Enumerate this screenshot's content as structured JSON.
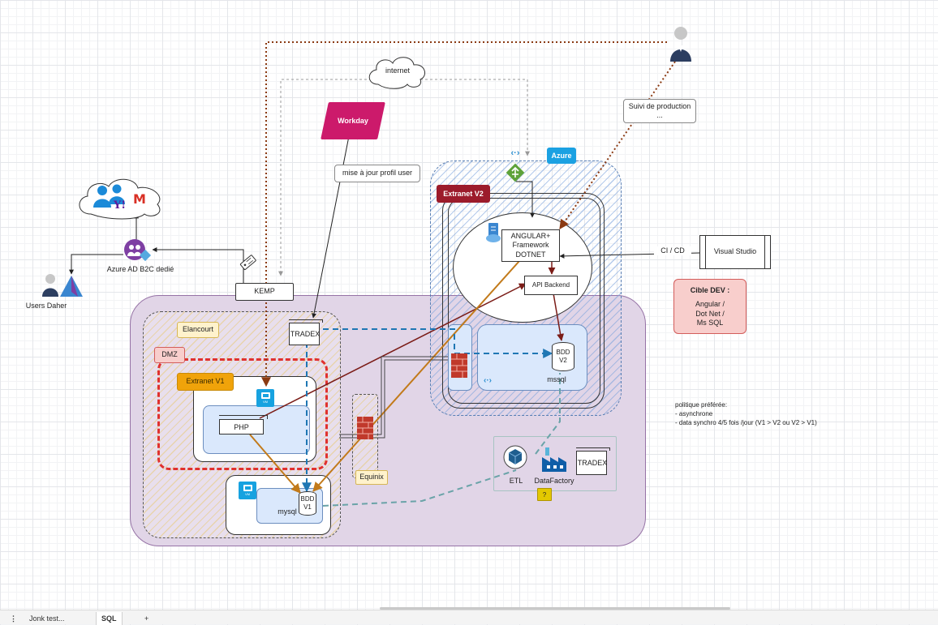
{
  "labels": {
    "internet": "internet",
    "workday": "Workday",
    "maj_profil": "mise à jour profil user",
    "suivi_line1": "Suivi de production",
    "suivi_line2": "...",
    "azure": "Azure",
    "extranet_v2": "Extranet V2",
    "angular_line1": "ANGULAR+",
    "angular_line2": "Framework",
    "angular_line3": "DOTNET",
    "api_backend": "API Backend",
    "cicd": "CI / CD",
    "visual_studio": "Visual Studio",
    "cible_title": "Cible DEV :",
    "cible_line1": "Angular /",
    "cible_line2": "Dot Net /",
    "cible_line3": "Ms SQL",
    "azure_ad": "Azure AD B2C dedié",
    "users_daher": "Users Daher",
    "kemp": "KEMP",
    "elancourt": "Elancourt",
    "dmz": "DMZ",
    "extranet_v1": "Extranet V1",
    "php": "PHP",
    "tradex_left": "TRADEX",
    "tradex_right": "TRADEX",
    "bdd_v2_line1": "BDD",
    "bdd_v2_line2": "V2",
    "mssql": "mssql",
    "bdd_v1_line1": "BDD",
    "bdd_v1_line2": "V1",
    "mysql": "mysql",
    "equinix": "Equinix",
    "etl": "ETL",
    "datafactory": "DataFactory",
    "question": "?",
    "vm": "VM",
    "yahoo_mark": "Y!",
    "gmail_mark": "M",
    "policy_title": "politique préférée:",
    "policy_line1": " - asynchrone",
    "policy_line2": " - data synchro  4/5 fois /jour (V1 > V2 ou V2  > V1)"
  },
  "bottom_tabs": [
    "Jonk test...",
    "SQL"
  ],
  "colors": {
    "workday": "#cc1a6b",
    "azure_badge": "#1ba1e2",
    "extranet_v2": "#9c1b2b",
    "extranet_v1": "#f0a30a",
    "cible_fill": "#f8cecc",
    "cible_border": "#d35d5b",
    "onprem_fill": "#e1d5e7",
    "azure_zone_border": "#5a7fb3",
    "dmz_border": "#e0312e",
    "arrow_brown": "#7b1c17",
    "arrow_dotted": "#8b3a12",
    "arrow_orange": "#c27a1a",
    "arrow_blue_dashed": "#1f77b4",
    "arrow_teal_dashed": "#6aa3a8",
    "vm": "#17a2e0"
  }
}
